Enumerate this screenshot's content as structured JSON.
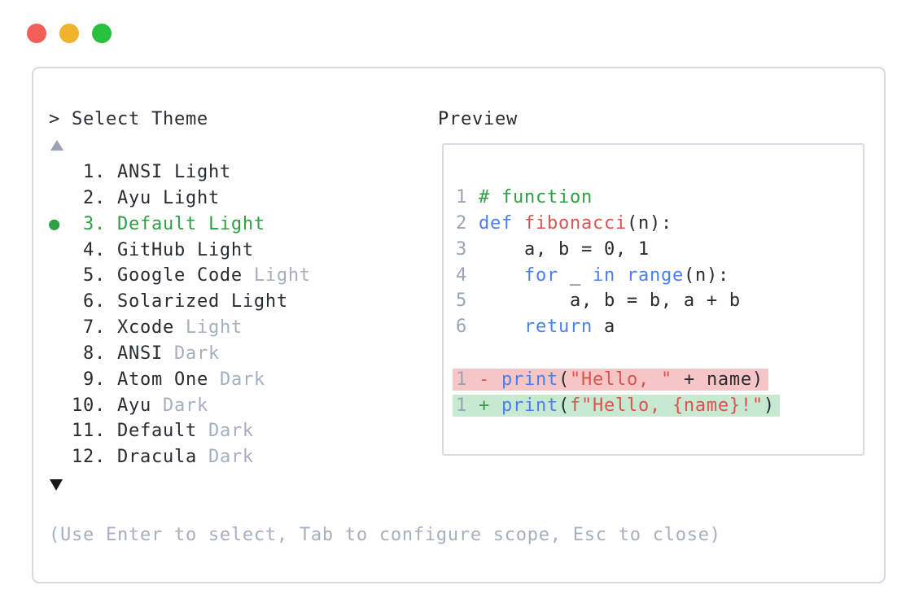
{
  "window": {
    "traffic_lights": [
      {
        "name": "close",
        "color": "#f25f58"
      },
      {
        "name": "minimize",
        "color": "#f2b32c"
      },
      {
        "name": "zoom",
        "color": "#27c13e"
      }
    ]
  },
  "palette": {
    "text": "#272c33",
    "muted": "#a6afbe",
    "line_number": "#9aa4b4",
    "green": "#2da044",
    "blue": "#4b80f0",
    "red": "#dc544f",
    "removed_bg": "#f6c5c5",
    "added_bg": "#c7e8d1",
    "border": "#d6dae2",
    "scroll_up_arrow": "#98a2b3",
    "scroll_down_arrow": "#14181d"
  },
  "theme_picker": {
    "prompt": "> Select Theme",
    "scroll_up_icon": "▲",
    "scroll_down_icon": "▼",
    "selected_indicator_icon": "●",
    "items": [
      {
        "num": "1.",
        "name": "ANSI Light",
        "variant": "",
        "selected": false
      },
      {
        "num": "2.",
        "name": "Ayu Light",
        "variant": "",
        "selected": false
      },
      {
        "num": "3.",
        "name": "Default Light",
        "variant": "",
        "selected": true
      },
      {
        "num": "4.",
        "name": "GitHub Light",
        "variant": "",
        "selected": false
      },
      {
        "num": "5.",
        "name": "Google Code",
        "variant": "Light",
        "selected": false
      },
      {
        "num": "6.",
        "name": "Solarized Light",
        "variant": "",
        "selected": false
      },
      {
        "num": "7.",
        "name": "Xcode",
        "variant": "Light",
        "selected": false
      },
      {
        "num": "8.",
        "name": "ANSI",
        "variant": "Dark",
        "selected": false
      },
      {
        "num": "9.",
        "name": "Atom One",
        "variant": "Dark",
        "selected": false
      },
      {
        "num": "10.",
        "name": "Ayu",
        "variant": "Dark",
        "selected": false
      },
      {
        "num": "11.",
        "name": "Default",
        "variant": "Dark",
        "selected": false
      },
      {
        "num": "12.",
        "name": "Dracula",
        "variant": "Dark",
        "selected": false
      }
    ],
    "help_text": "(Use Enter to select, Tab to configure scope, Esc to close)"
  },
  "preview": {
    "title": "Preview",
    "code_lines": [
      {
        "tokens": [
          {
            "t": "1",
            "c": "line_number"
          },
          {
            "t": " ",
            "c": "text"
          },
          {
            "t": "# function",
            "c": "green"
          }
        ]
      },
      {
        "tokens": [
          {
            "t": "2",
            "c": "line_number"
          },
          {
            "t": " ",
            "c": "text"
          },
          {
            "t": "def",
            "c": "blue"
          },
          {
            "t": " ",
            "c": "text"
          },
          {
            "t": "fibonacci",
            "c": "red"
          },
          {
            "t": "(n):",
            "c": "text"
          }
        ]
      },
      {
        "tokens": [
          {
            "t": "3",
            "c": "line_number"
          },
          {
            "t": "     a, b = 0, 1",
            "c": "text"
          }
        ]
      },
      {
        "tokens": [
          {
            "t": "4",
            "c": "line_number"
          },
          {
            "t": "     ",
            "c": "text"
          },
          {
            "t": "for",
            "c": "blue"
          },
          {
            "t": " _ ",
            "c": "text"
          },
          {
            "t": "in",
            "c": "blue"
          },
          {
            "t": " ",
            "c": "text"
          },
          {
            "t": "range",
            "c": "blue"
          },
          {
            "t": "(n):",
            "c": "text"
          }
        ]
      },
      {
        "tokens": [
          {
            "t": "5",
            "c": "line_number"
          },
          {
            "t": "         a, b = b, a + b",
            "c": "text"
          }
        ]
      },
      {
        "tokens": [
          {
            "t": "6",
            "c": "line_number"
          },
          {
            "t": "     ",
            "c": "text"
          },
          {
            "t": "return",
            "c": "blue"
          },
          {
            "t": " a",
            "c": "text"
          }
        ]
      }
    ],
    "diff_lines": [
      {
        "type": "removed",
        "tokens": [
          {
            "t": "1",
            "c": "line_number"
          },
          {
            "t": " ",
            "c": "text"
          },
          {
            "t": "-",
            "c": "red"
          },
          {
            "t": " ",
            "c": "text"
          },
          {
            "t": "print",
            "c": "blue"
          },
          {
            "t": "(",
            "c": "text"
          },
          {
            "t": "\"Hello, \"",
            "c": "red"
          },
          {
            "t": " + name)",
            "c": "text"
          }
        ]
      },
      {
        "type": "added",
        "tokens": [
          {
            "t": "1",
            "c": "line_number"
          },
          {
            "t": " ",
            "c": "text"
          },
          {
            "t": "+",
            "c": "green"
          },
          {
            "t": " ",
            "c": "text"
          },
          {
            "t": "print",
            "c": "blue"
          },
          {
            "t": "(",
            "c": "text"
          },
          {
            "t": "f\"Hello, {name}!\"",
            "c": "red"
          },
          {
            "t": ")",
            "c": "text"
          }
        ]
      }
    ]
  }
}
